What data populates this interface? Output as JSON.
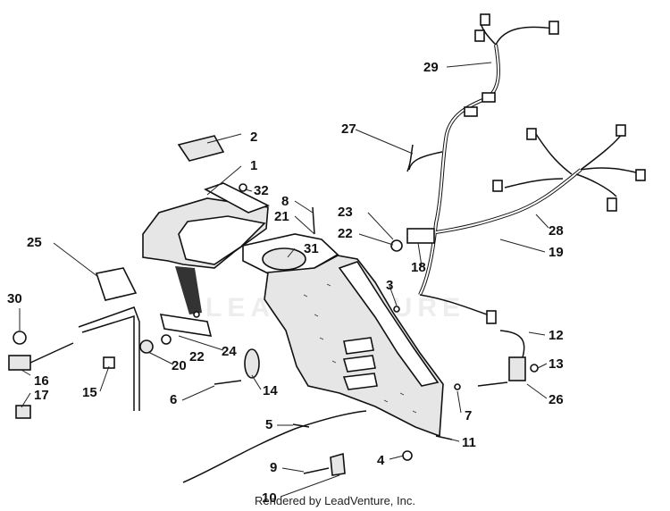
{
  "diagram": {
    "callouts": [
      "1",
      "2",
      "3",
      "4",
      "5",
      "6",
      "7",
      "8",
      "9",
      "10",
      "11",
      "12",
      "13",
      "14",
      "15",
      "16",
      "17",
      "18",
      "19",
      "20",
      "21",
      "22",
      "22",
      "23",
      "24",
      "25",
      "26",
      "27",
      "28",
      "29",
      "30",
      "31",
      "32"
    ]
  },
  "watermark": "LEADVENTURE",
  "footer": {
    "credit": "Rendered by LeadVenture, Inc."
  }
}
